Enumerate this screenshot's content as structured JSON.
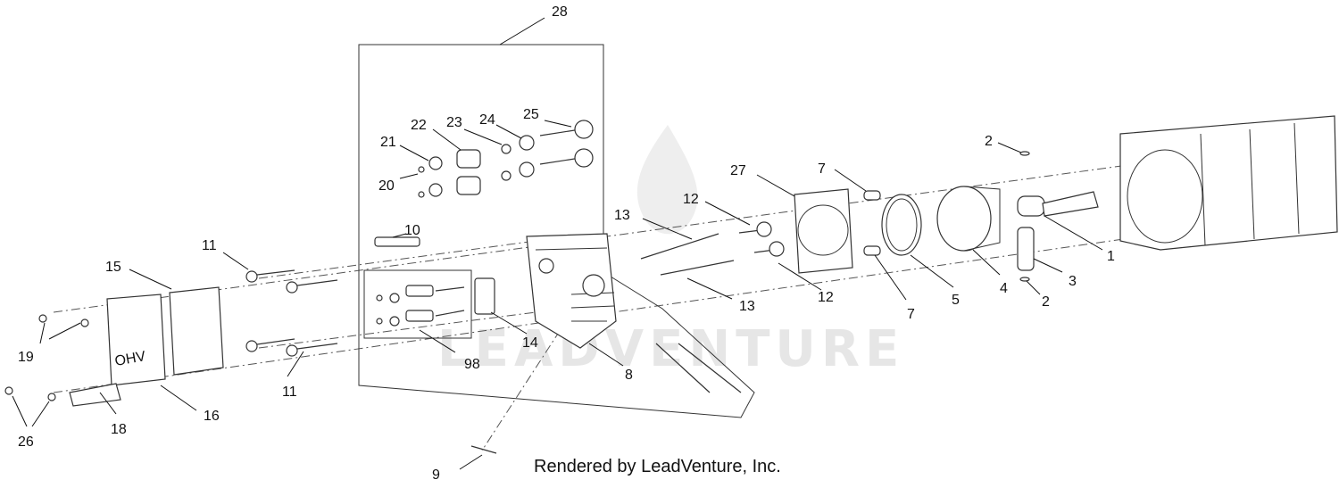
{
  "watermark": {
    "text": "LEADVENTURE",
    "color": "#e6e6e6"
  },
  "footer": {
    "text": "Rendered by LeadVenture, Inc."
  },
  "callouts": {
    "c1": "1",
    "c2a": "2",
    "c2b": "2",
    "c3": "3",
    "c4": "4",
    "c5": "5",
    "c7a": "7",
    "c7b": "7",
    "c8": "8",
    "c9": "9",
    "c10": "10",
    "c11a": "11",
    "c11b": "11",
    "c12a": "12",
    "c12b": "12",
    "c13a": "13",
    "c13b": "13",
    "c14": "14",
    "c15": "15",
    "c16": "16",
    "c18": "18",
    "c19": "19",
    "c20": "20",
    "c21": "21",
    "c22": "22",
    "c23": "23",
    "c24": "24",
    "c25": "25",
    "c26": "26",
    "c27": "27",
    "c28": "28",
    "c98": "98"
  },
  "cover_logo": "OHV"
}
